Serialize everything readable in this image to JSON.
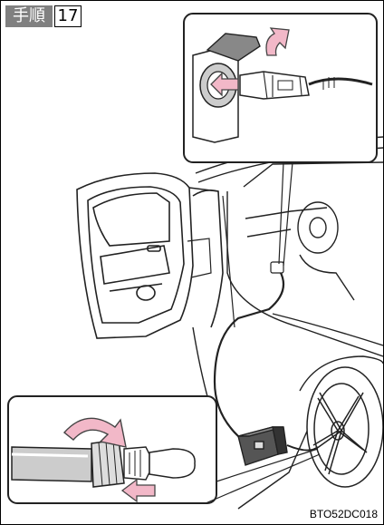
{
  "step": {
    "word": "手順",
    "number": "17"
  },
  "illustration": {
    "top_callout": "Flip up the socket lid and plug the power cable into the accessory socket",
    "bottom_callout": "Screw the connector onto the tire valve"
  },
  "figure_code": "BTO52DC018",
  "colors": {
    "arrow": "#f2b8c8",
    "arrow_outline": "#444444",
    "line": "#222222",
    "shade": "#cccccc"
  }
}
